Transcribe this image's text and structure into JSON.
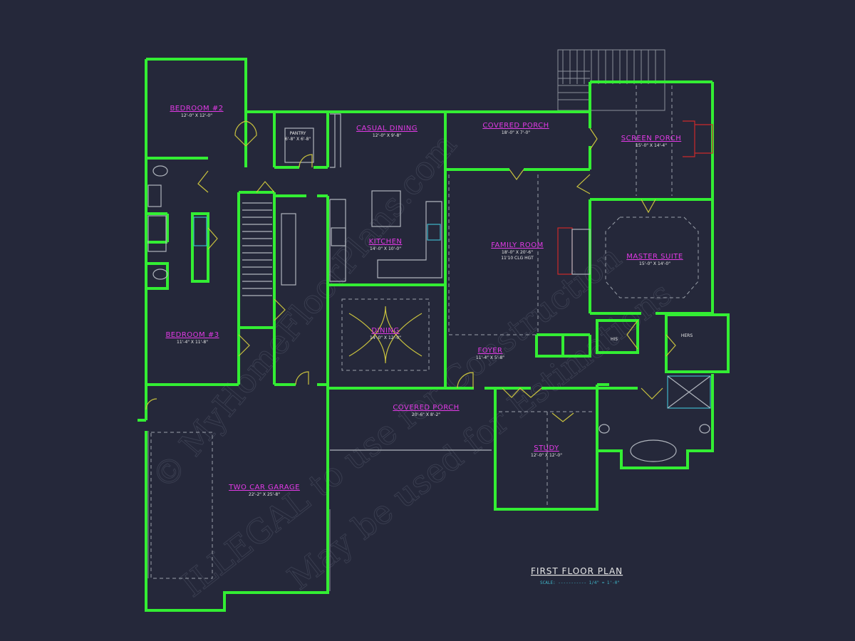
{
  "watermark": {
    "line1": "© MyHomeFloorPlans.com",
    "line2": "ILLEGAL to use for Construction",
    "line3": "May be used for Estimations"
  },
  "rooms": {
    "bedroom2": {
      "name": "BEDROOM #2",
      "dim": "12'-0\" X 12'-0\""
    },
    "pantry": {
      "name": "PANTRY",
      "dim": "6'-8\" X 6'-8\""
    },
    "casual_dining": {
      "name": "CASUAL DINING",
      "dim": "12'-0\" X 9'-8\""
    },
    "covered_porch_top": {
      "name": "COVERED PORCH",
      "dim": "18'-0\" X 7'-0\""
    },
    "screen_porch": {
      "name": "SCREEN PORCH",
      "dim": "15'-0\" X 14'-4\""
    },
    "kitchen": {
      "name": "KITCHEN",
      "dim": "14'-0\" X 10'-0\""
    },
    "family_room": {
      "name": "FAMILY ROOM",
      "dim": "18'-0\" X 20'-6\"",
      "note": "11'10 CLG HGT"
    },
    "master_suite": {
      "name": "MASTER SUITE",
      "dim": "15'-0\" X 14'-0\""
    },
    "bedroom3": {
      "name": "BEDROOM #3",
      "dim": "11'-4\" X 11'-8\""
    },
    "dining": {
      "name": "DINING",
      "dim": "14'-0\" X 12'-0\""
    },
    "foyer": {
      "name": "FOYER",
      "dim": "11'-4\" X 5'-8\""
    },
    "his": {
      "name": "HIS"
    },
    "hers": {
      "name": "HERS"
    },
    "covered_porch_front": {
      "name": "COVERED PORCH",
      "dim": "20'-6\" X 8'-2\""
    },
    "study": {
      "name": "STUDY",
      "dim": "12'-0\" X 12'-0\""
    },
    "garage": {
      "name": "TWO CAR GARAGE",
      "dim": "22'-2\" X 25'-8\""
    }
  },
  "title_block": {
    "title": "FIRST FLOOR PLAN",
    "scale": "SCALE: ----------- 1/4\" = 1'-0\""
  },
  "colors": {
    "background": "#25283a",
    "walls": "#33ee33",
    "room_labels": "#e23ae6",
    "doors": "#c9c23e",
    "scale_text": "#3fb6c9"
  }
}
